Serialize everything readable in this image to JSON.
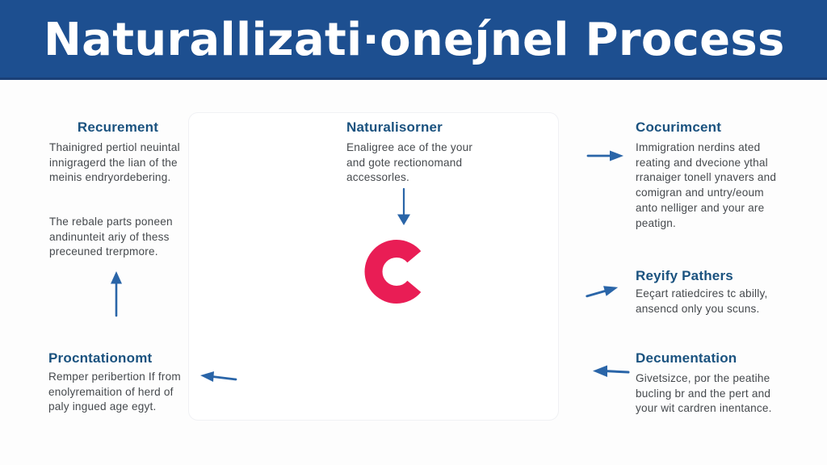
{
  "header": {
    "title": "Naturallizati·oneȷ́nel Process",
    "background_color": "#1d4f90",
    "text_color": "#ffffff"
  },
  "logo": {
    "letter": "C",
    "color": "#e91d55"
  },
  "colors": {
    "heading": "#1a527f",
    "body_text": "#45494d",
    "arrow": "#2a65a8",
    "page_background": "#fdfdfd"
  },
  "blocks": {
    "left_top": {
      "heading": "Recurement",
      "body": "Thainigred pertiol neuintal\ninnigragerd the lian of the\nmeinis endryordebering."
    },
    "left_note": {
      "body": "The rebale parts poneen\nandinunteit ariy of thess\npreceuned trerpmore."
    },
    "left_bottom": {
      "heading": "Procntationomt",
      "body": "Remper peribertion If from\nenolyremaition of herd of\npaly ingued age egyt."
    },
    "center": {
      "heading": "Naturalisorner",
      "body": "Enaligree ace of the your\nand gote rectionomand\naccessorles."
    },
    "right_top": {
      "heading": "Cocurimcent",
      "body": "Immigration nerdins ated\nreating and dvecione ythal\nrranaiger tonell ynavers and\ncomigran and untry/eoum\nanto nelliger and your are\npeatign."
    },
    "right_middle": {
      "heading": "Reyify Pathers",
      "body": "Eeçart ratiedcires tc abilly,\nansencd only you scuns."
    },
    "right_bottom": {
      "heading": "Decumentation",
      "body": "Givetsizce, por the peatihe\nbucling br and the pert and\nyour wit cardren inentance."
    }
  },
  "icons": {
    "up_arrow": "up-arrow",
    "down_arrow": "down-arrow",
    "right_arrow": "right-arrow",
    "up_right_arrow": "up-right-arrow",
    "left_arrow": "left-arrow"
  }
}
